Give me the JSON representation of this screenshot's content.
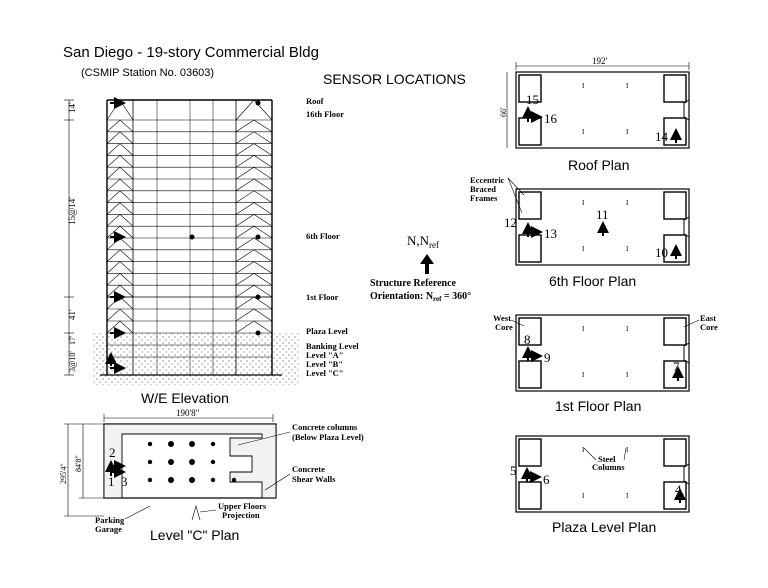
{
  "header": {
    "title": "San Diego - 19-story Commercial Bldg",
    "station": "(CSMIP Station No. 03603)",
    "sensor_heading": "SENSOR LOCATIONS"
  },
  "elevation": {
    "caption": "W/E Elevation",
    "floor_labels": [
      "Roof",
      "16th Floor",
      "6th Floor",
      "1st Floor",
      "Plaza Level",
      "Banking Level",
      "Level \"A\"",
      "Level \"B\"",
      "Level \"C\""
    ],
    "dims": [
      "14'",
      "15@14'",
      "41'",
      "3@10'",
      "17'"
    ]
  },
  "orientation": {
    "north": "N,N",
    "north_sub": "ref",
    "line1": "Structure Reference",
    "line2_prefix": "Orientation: N",
    "line2_sub": "ref",
    "line2_suffix": " = 360°"
  },
  "plans": {
    "width_dim": "192'",
    "depth_dim": "66'",
    "roof": {
      "caption": "Roof Plan",
      "sensors": [
        "15",
        "16",
        "14"
      ]
    },
    "sixth": {
      "caption": "6th Floor Plan",
      "sensors": [
        "12",
        "13",
        "11",
        "10"
      ],
      "note": [
        "Eccentric",
        "Braced",
        "Frames"
      ]
    },
    "first": {
      "caption": "1st Floor Plan",
      "sensors": [
        "8",
        "9",
        "7"
      ],
      "west_core": [
        "West",
        "Core"
      ],
      "east_core": [
        "East",
        "Core"
      ]
    },
    "plaza": {
      "caption": "Plaza Level Plan",
      "sensors": [
        "5",
        "6",
        "4"
      ],
      "steel": [
        "Steel",
        "Columns"
      ]
    }
  },
  "level_c": {
    "caption": "Level \"C\" Plan",
    "width_dim": "190'8\"",
    "dim_outer": "295'4\"",
    "dim_inner": "84'8\"",
    "sensors": [
      "2",
      "1",
      "3"
    ],
    "notes": {
      "columns": [
        "Concrete columns",
        "(Below Plaza Level)"
      ],
      "walls": [
        "Concrete",
        "Shear Walls"
      ],
      "garage": [
        "Parking",
        "Garage"
      ],
      "projection": [
        "Upper Floors",
        "Projection"
      ]
    }
  }
}
